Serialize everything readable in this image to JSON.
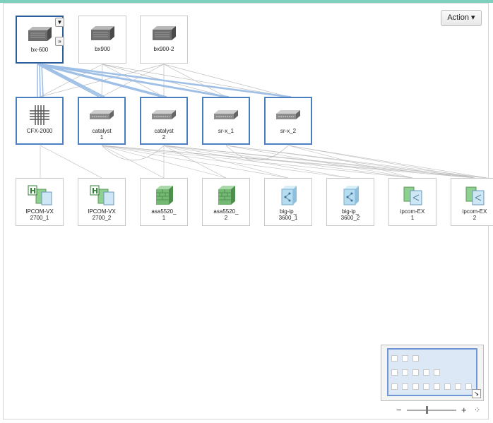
{
  "header": {
    "action_label": "Action ▾"
  },
  "nodes": {
    "bx600": "bx-600",
    "bx900": "bx900",
    "bx900_2": "bx900-2",
    "cfx": "CFX-2000",
    "catalyst1": "catalyst\n1",
    "catalyst2": "catalyst\n2",
    "srx1": "sr-x_1",
    "srx2": "sr-x_2",
    "ipcomvx1": "IPCOM-VX\n2700_1",
    "ipcomvx2": "IPCOM-VX\n2700_2",
    "asa1": "asa5520_\n1",
    "asa2": "asa5520_\n2",
    "bigip1": "big-ip_\n3600_1",
    "bigip2": "big-ip_\n3600_2",
    "ipcomex1": "ipcom-EX\n1",
    "ipcomex2": "ipcom-EX\n2"
  },
  "node_buttons": {
    "menu": "▼",
    "expand": "»"
  },
  "zoom": {
    "minus": "−",
    "plus": "+",
    "reset": "⁘",
    "level": 0.4
  },
  "minimap": {
    "expand": "↘"
  },
  "colors": {
    "accent": "#7fcfbf",
    "selection": "#4a7fc1",
    "link": "#bcbcbc",
    "link_highlight": "#9fbfe6"
  }
}
